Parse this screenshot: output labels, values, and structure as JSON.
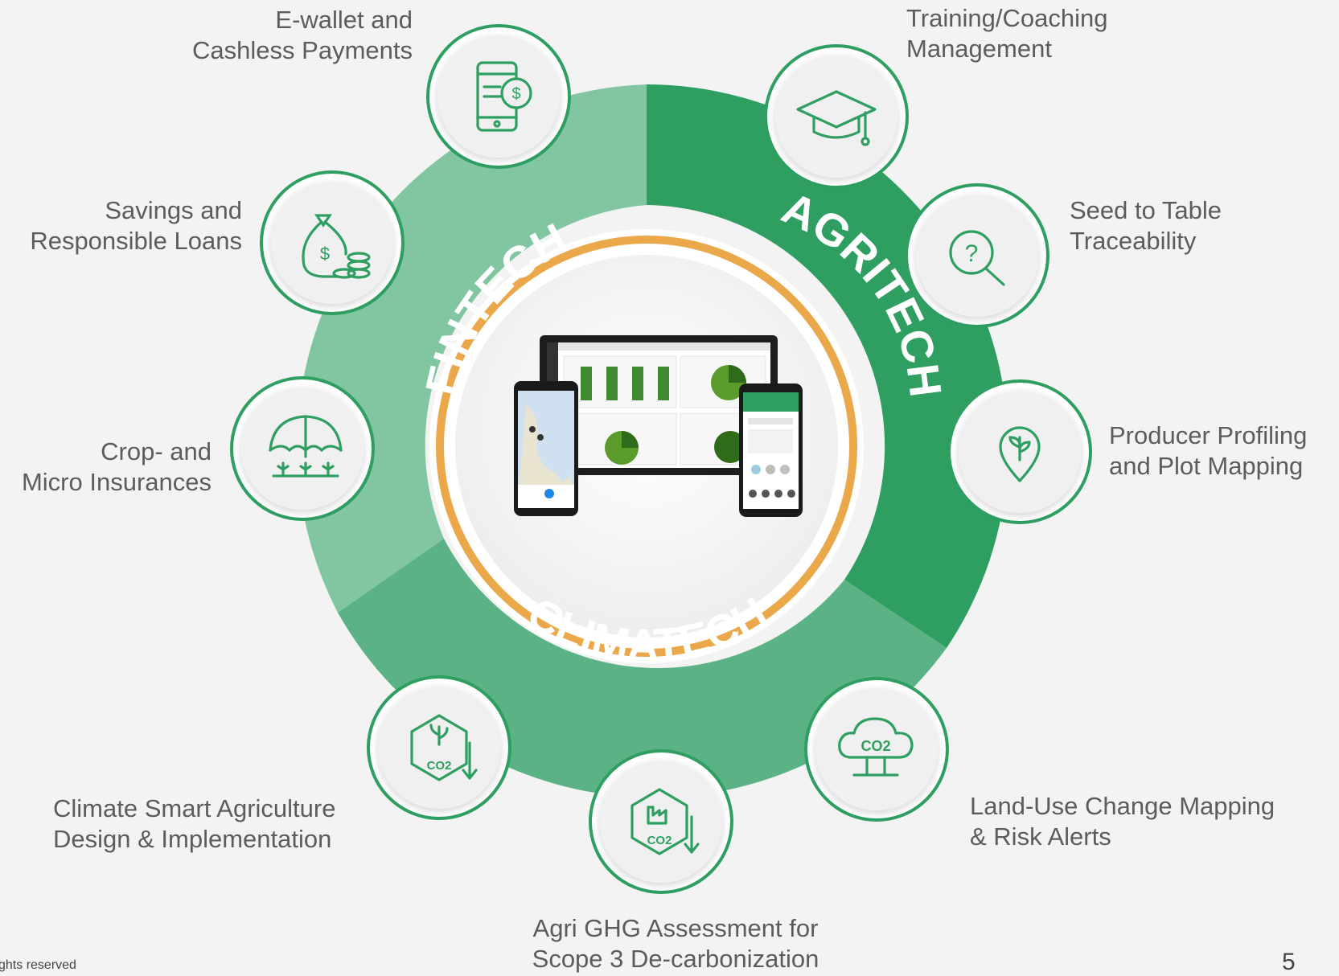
{
  "segments": {
    "fintech": "FINTECH",
    "agritech": "AGRITECH",
    "climatech": "CLIMATECH"
  },
  "services": [
    {
      "id": "ewallet",
      "lines": [
        "E-wallet and",
        "Cashless Payments"
      ],
      "icon": "mobile-payment-icon"
    },
    {
      "id": "savings",
      "lines": [
        "Savings and",
        "Responsible Loans"
      ],
      "icon": "money-bag-icon"
    },
    {
      "id": "insurance",
      "lines": [
        "Crop- and",
        "Micro Insurances"
      ],
      "icon": "umbrella-crops-icon"
    },
    {
      "id": "training",
      "lines": [
        "Training/Coaching",
        "Management"
      ],
      "icon": "graduation-cap-icon"
    },
    {
      "id": "traceability",
      "lines": [
        "Seed to Table",
        "Traceability"
      ],
      "icon": "magnifier-question-icon"
    },
    {
      "id": "profiling",
      "lines": [
        "Producer Profiling",
        "and Plot Mapping"
      ],
      "icon": "location-pin-plant-icon"
    },
    {
      "id": "csa",
      "lines": [
        "Climate Smart Agriculture",
        "Design & Implementation"
      ],
      "icon": "co2-plant-hexagon-icon"
    },
    {
      "id": "ghg",
      "lines": [
        "Agri GHG Assessment  for",
        "Scope 3 De-carbonization"
      ],
      "icon": "co2-factory-hexagon-icon"
    },
    {
      "id": "landuse",
      "lines": [
        "Land-Use Change Mapping",
        "& Risk Alerts"
      ],
      "icon": "co2-cloud-icon"
    }
  ],
  "center": {
    "icon": "devices-dashboard-icon"
  },
  "footer": {
    "copyright": "ghts reserved",
    "page_number": "5"
  },
  "colors": {
    "fintech": "#82c6a1",
    "agritech": "#2e9e61",
    "climatech": "#5bb385",
    "ring_orange": "#eaa84a",
    "icon_green": "#2e9e61",
    "text": "#5c5c5c"
  }
}
